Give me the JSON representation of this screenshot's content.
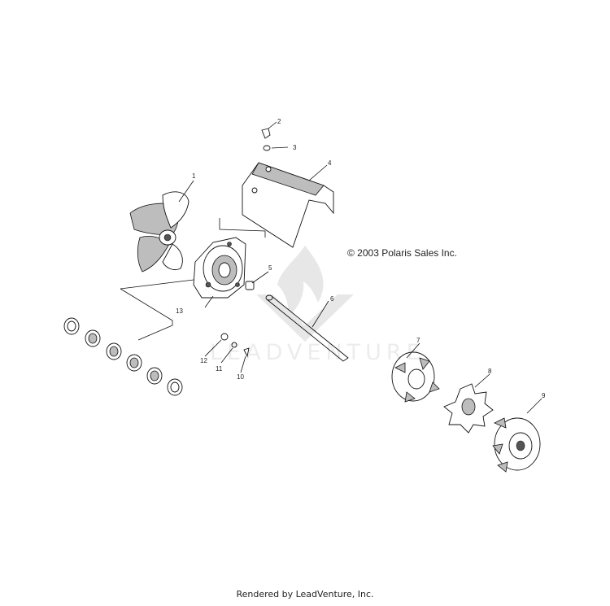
{
  "copyright": "© 2003 Polaris Sales Inc.",
  "footer": "Rendered by LeadVenture, Inc.",
  "watermark": "LEADVENTURE",
  "callouts": [
    "1",
    "2",
    "3",
    "4",
    "5",
    "6",
    "7",
    "8",
    "9",
    "10",
    "11",
    "12",
    "13"
  ]
}
